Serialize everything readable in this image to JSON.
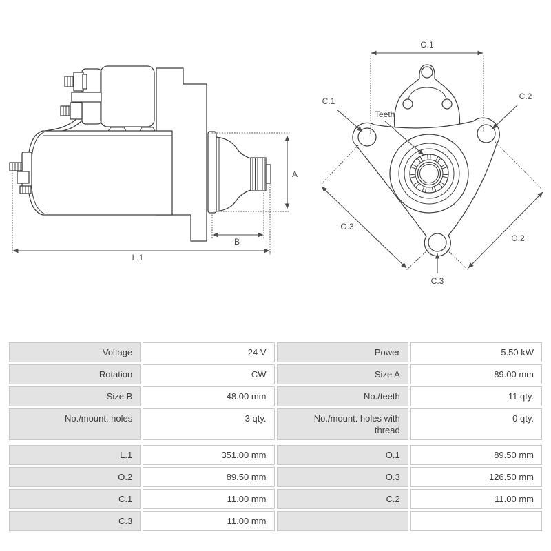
{
  "diagram": {
    "side_view": {
      "label_a": "A",
      "label_b": "B",
      "label_l1": "L.1"
    },
    "front_view": {
      "label_o1": "O.1",
      "label_o2": "O.2",
      "label_o3": "O.3",
      "label_c1": "C.1",
      "label_c2": "C.2",
      "label_c3": "C.3",
      "label_teeth": "Teeth"
    }
  },
  "table": {
    "rows": [
      {
        "l_label": "Voltage",
        "l_value": "24 V",
        "r_label": "Power",
        "r_value": "5.50 kW"
      },
      {
        "l_label": "Rotation",
        "l_value": "CW",
        "r_label": "Size A",
        "r_value": "89.00 mm"
      },
      {
        "l_label": "Size B",
        "l_value": "48.00 mm",
        "r_label": "No./teeth",
        "r_value": "11 qty."
      },
      {
        "l_label": "No./mount. holes",
        "l_value": "3 qty.",
        "r_label": "No./mount. holes with thread",
        "r_value": "0 qty."
      },
      {
        "l_label": "L.1",
        "l_value": "351.00 mm",
        "r_label": "O.1",
        "r_value": "89.50 mm"
      },
      {
        "l_label": "O.2",
        "l_value": "89.50 mm",
        "r_label": "O.3",
        "r_value": "126.50 mm"
      },
      {
        "l_label": "C.1",
        "l_value": "11.00 mm",
        "r_label": "C.2",
        "r_value": "11.00 mm"
      },
      {
        "l_label": "C.3",
        "l_value": "11.00 mm",
        "r_label": "",
        "r_value": ""
      }
    ]
  },
  "colors": {
    "drawing_line": "#3f3f3f",
    "table_label_bg": "#e3e3e3",
    "table_border": "#c9c9c9",
    "text": "#3d3d3d"
  },
  "gear": {
    "teeth_count": 11
  }
}
